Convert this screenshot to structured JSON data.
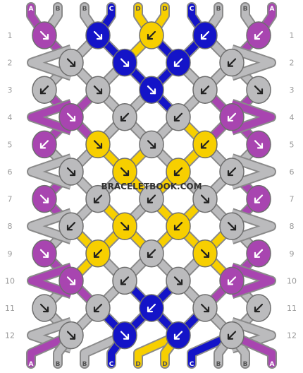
{
  "colors": {
    "A": "#a845b0",
    "B": "#bbbbbd",
    "C": "#1414c8",
    "D": "#f7cf00"
  },
  "strand_labels": [
    "A",
    "B",
    "B",
    "C",
    "D",
    "D",
    "C",
    "B",
    "B",
    "A"
  ],
  "row_labels": [
    "1",
    "2",
    "3",
    "4",
    "5",
    "6",
    "7",
    "8",
    "9",
    "10",
    "11",
    "12"
  ],
  "watermark": "BRACELETBOOK.COM",
  "knots": [
    [
      {
        "c": "A",
        "d": "se"
      },
      {
        "c": "C",
        "d": "se"
      },
      {
        "c": "D",
        "d": "sw"
      },
      {
        "c": "C",
        "d": "sw"
      },
      {
        "c": "A",
        "d": "sw"
      }
    ],
    [
      {
        "c": "B",
        "d": "se"
      },
      {
        "c": "C",
        "d": "se"
      },
      {
        "c": "C",
        "d": "sw"
      },
      {
        "c": "B",
        "d": "sw"
      }
    ],
    [
      {
        "c": "B",
        "d": "sw"
      },
      {
        "c": "B",
        "d": "se"
      },
      {
        "c": "C",
        "d": "se"
      },
      {
        "c": "B",
        "d": "sw"
      },
      {
        "c": "B",
        "d": "se"
      }
    ],
    [
      {
        "c": "A",
        "d": "se"
      },
      {
        "c": "B",
        "d": "sw"
      },
      {
        "c": "B",
        "d": "sw"
      },
      {
        "c": "A",
        "d": "sw"
      }
    ],
    [
      {
        "c": "A",
        "d": "sw"
      },
      {
        "c": "D",
        "d": "se"
      },
      {
        "c": "B",
        "d": "se"
      },
      {
        "c": "D",
        "d": "sw"
      },
      {
        "c": "A",
        "d": "se"
      }
    ],
    [
      {
        "c": "B",
        "d": "se"
      },
      {
        "c": "D",
        "d": "se"
      },
      {
        "c": "D",
        "d": "sw"
      },
      {
        "c": "B",
        "d": "sw"
      }
    ],
    [
      {
        "c": "A",
        "d": "se"
      },
      {
        "c": "B",
        "d": "sw"
      },
      {
        "c": "B",
        "d": "sw"
      },
      {
        "c": "B",
        "d": "se"
      },
      {
        "c": "A",
        "d": "sw"
      }
    ],
    [
      {
        "c": "B",
        "d": "sw"
      },
      {
        "c": "D",
        "d": "se"
      },
      {
        "c": "D",
        "d": "sw"
      },
      {
        "c": "B",
        "d": "se"
      }
    ],
    [
      {
        "c": "A",
        "d": "se"
      },
      {
        "c": "D",
        "d": "sw"
      },
      {
        "c": "B",
        "d": "sw"
      },
      {
        "c": "D",
        "d": "se"
      },
      {
        "c": "A",
        "d": "sw"
      }
    ],
    [
      {
        "c": "A",
        "d": "se"
      },
      {
        "c": "B",
        "d": "sw"
      },
      {
        "c": "B",
        "d": "se"
      },
      {
        "c": "A",
        "d": "sw"
      }
    ],
    [
      {
        "c": "B",
        "d": "se"
      },
      {
        "c": "B",
        "d": "sw"
      },
      {
        "c": "C",
        "d": "sw"
      },
      {
        "c": "B",
        "d": "se"
      },
      {
        "c": "B",
        "d": "sw"
      }
    ],
    [
      {
        "c": "B",
        "d": "se"
      },
      {
        "c": "C",
        "d": "se"
      },
      {
        "c": "C",
        "d": "sw"
      },
      {
        "c": "B",
        "d": "sw"
      }
    ]
  ],
  "bottom_labels": [
    "A",
    "B",
    "B",
    "C",
    "D",
    "D",
    "C",
    "B",
    "B",
    "A"
  ]
}
